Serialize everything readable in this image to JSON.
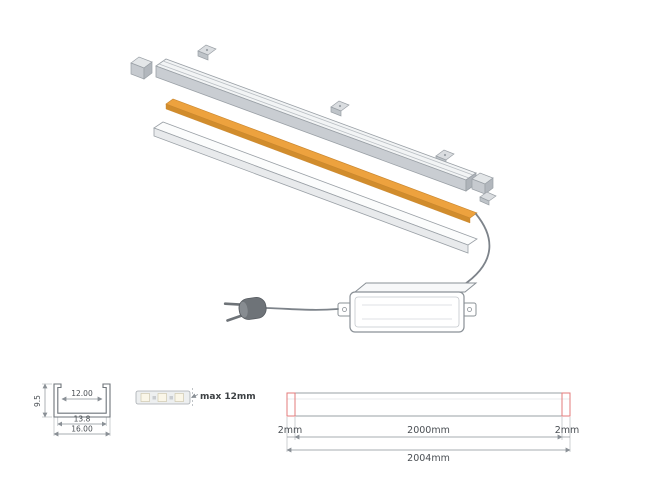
{
  "cross_section": {
    "height_mm": "9.5",
    "opening_width_mm": "12.00",
    "inner_width_mm": "13.8",
    "outer_width_mm": "16.00"
  },
  "strip_note": {
    "max_width_label": "max 12mm"
  },
  "length_drawing": {
    "left_end_label": "2mm",
    "body_label": "2000mm",
    "right_end_label": "2mm",
    "total_label": "2004mm"
  },
  "colors": {
    "led_strip": "#EDA23E",
    "led_strip_dark": "#D18C2C",
    "accent_red": "#E37B7B",
    "line": "#8A9096"
  }
}
